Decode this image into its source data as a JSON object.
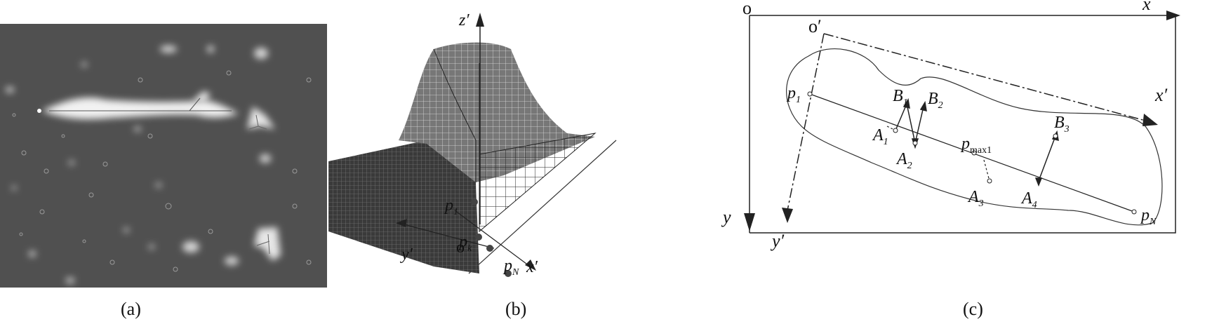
{
  "colors": {
    "panel_a_bg": "#505050",
    "blob": "#e8e8e8",
    "line": "#1a1a1a"
  },
  "panel_a": {
    "caption": "(a)"
  },
  "panel_b": {
    "caption": "(b)",
    "labels": {
      "z_axis": "z′",
      "y_axis": "y′",
      "x_axis": "x′",
      "origin": "o′",
      "p1": "p",
      "p1_sub": "1",
      "pk": "p",
      "pk_sub": "k",
      "pN": "p",
      "pN_sub": "N"
    }
  },
  "panel_c": {
    "caption": "(c)",
    "labels": {
      "origin": "o",
      "x_axis": "x",
      "y_axis": "y",
      "origin2": "o′",
      "x2_axis": "x′",
      "y2_axis": "y′",
      "p1": "p",
      "p1_sub": "1",
      "pN": "p",
      "pN_sub": "N",
      "pmax": "p",
      "pmax_sub": "max1",
      "B1": "B",
      "B1_sub": "1",
      "B2": "B",
      "B2_sub": "2",
      "B3": "B",
      "B3_sub": "3",
      "A1": "A",
      "A1_sub": "1",
      "A2": "A",
      "A2_sub": "2",
      "A3": "A",
      "A3_sub": "3",
      "A4": "A",
      "A4_sub": "4"
    }
  }
}
